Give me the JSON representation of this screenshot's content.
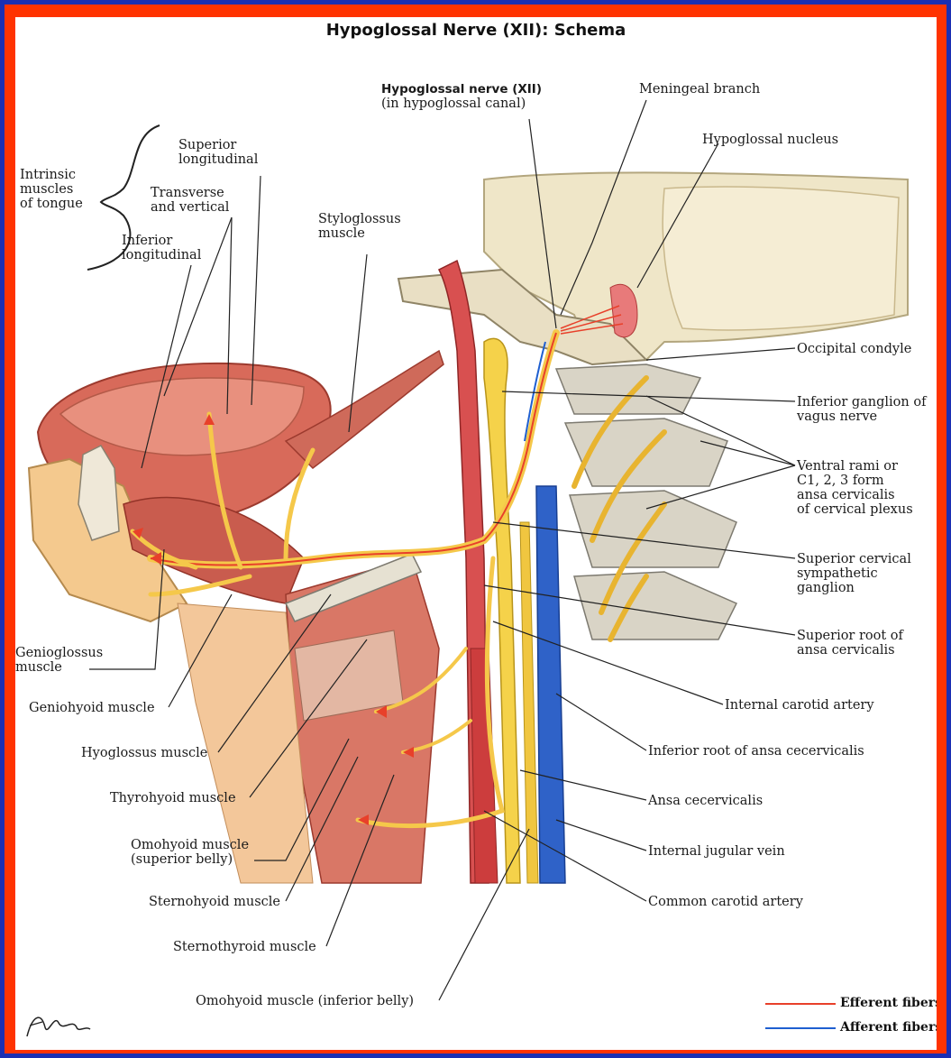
{
  "title": "Hypoglossal Nerve (XII): Schema",
  "labels": {
    "intrinsic": "Intrinsic\nmuscles\nof tongue",
    "superior_longitudinal": "Superior\nlongitudinal",
    "transverse_vertical": "Transverse\nand vertical",
    "inferior_longitudinal": "Inferior\nlongitudinal",
    "styloglossus": "Styloglossus\nmuscle",
    "hypoglossal_nerve": "Hypoglossal nerve (XII)",
    "hypoglossal_canal": "(in hypoglossal canal)",
    "meningeal_branch": "Meningeal branch",
    "hypoglossal_nucleus": "Hypoglossal nucleus",
    "occipital_condyle": "Occipital condyle",
    "inferior_ganglion": "Inferior ganglion of\nvagus nerve",
    "ventral_rami": "Ventral rami or\nC1, 2, 3 form\nansa cervicalis\nof cervical plexus",
    "superior_cervical": "Superior cervical\nsympathetic\nganglion",
    "superior_root": "Superior root of\nansa cervicalis",
    "internal_carotid": "Internal carotid artery",
    "inferior_root": "Inferior root of ansa cecervicalis",
    "ansa": "Ansa cecervicalis",
    "internal_jugular": "Internal jugular vein",
    "common_carotid": "Common carotid artery",
    "genioglossus": "Genioglossus\nmuscle",
    "geniohyoid": "Geniohyoid muscle",
    "hyoglossus": "Hyoglossus muscle",
    "thyrohyoid": "Thyrohyoid muscle",
    "omohyoid_sup": "Omohyoid muscle\n(superior belly)",
    "sternohyoid": "Sternohyoid muscle",
    "sternothyroid": "Sternothyroid muscle",
    "omohyoid_inf": "Omohyoid muscle (inferior belly)"
  },
  "legend": {
    "efferent": "Efferent fibers",
    "afferent": "Afferent fibers",
    "efferent_color": "#e8402a",
    "afferent_color": "#1f5fd0"
  },
  "signature": "F. Netter M.D."
}
